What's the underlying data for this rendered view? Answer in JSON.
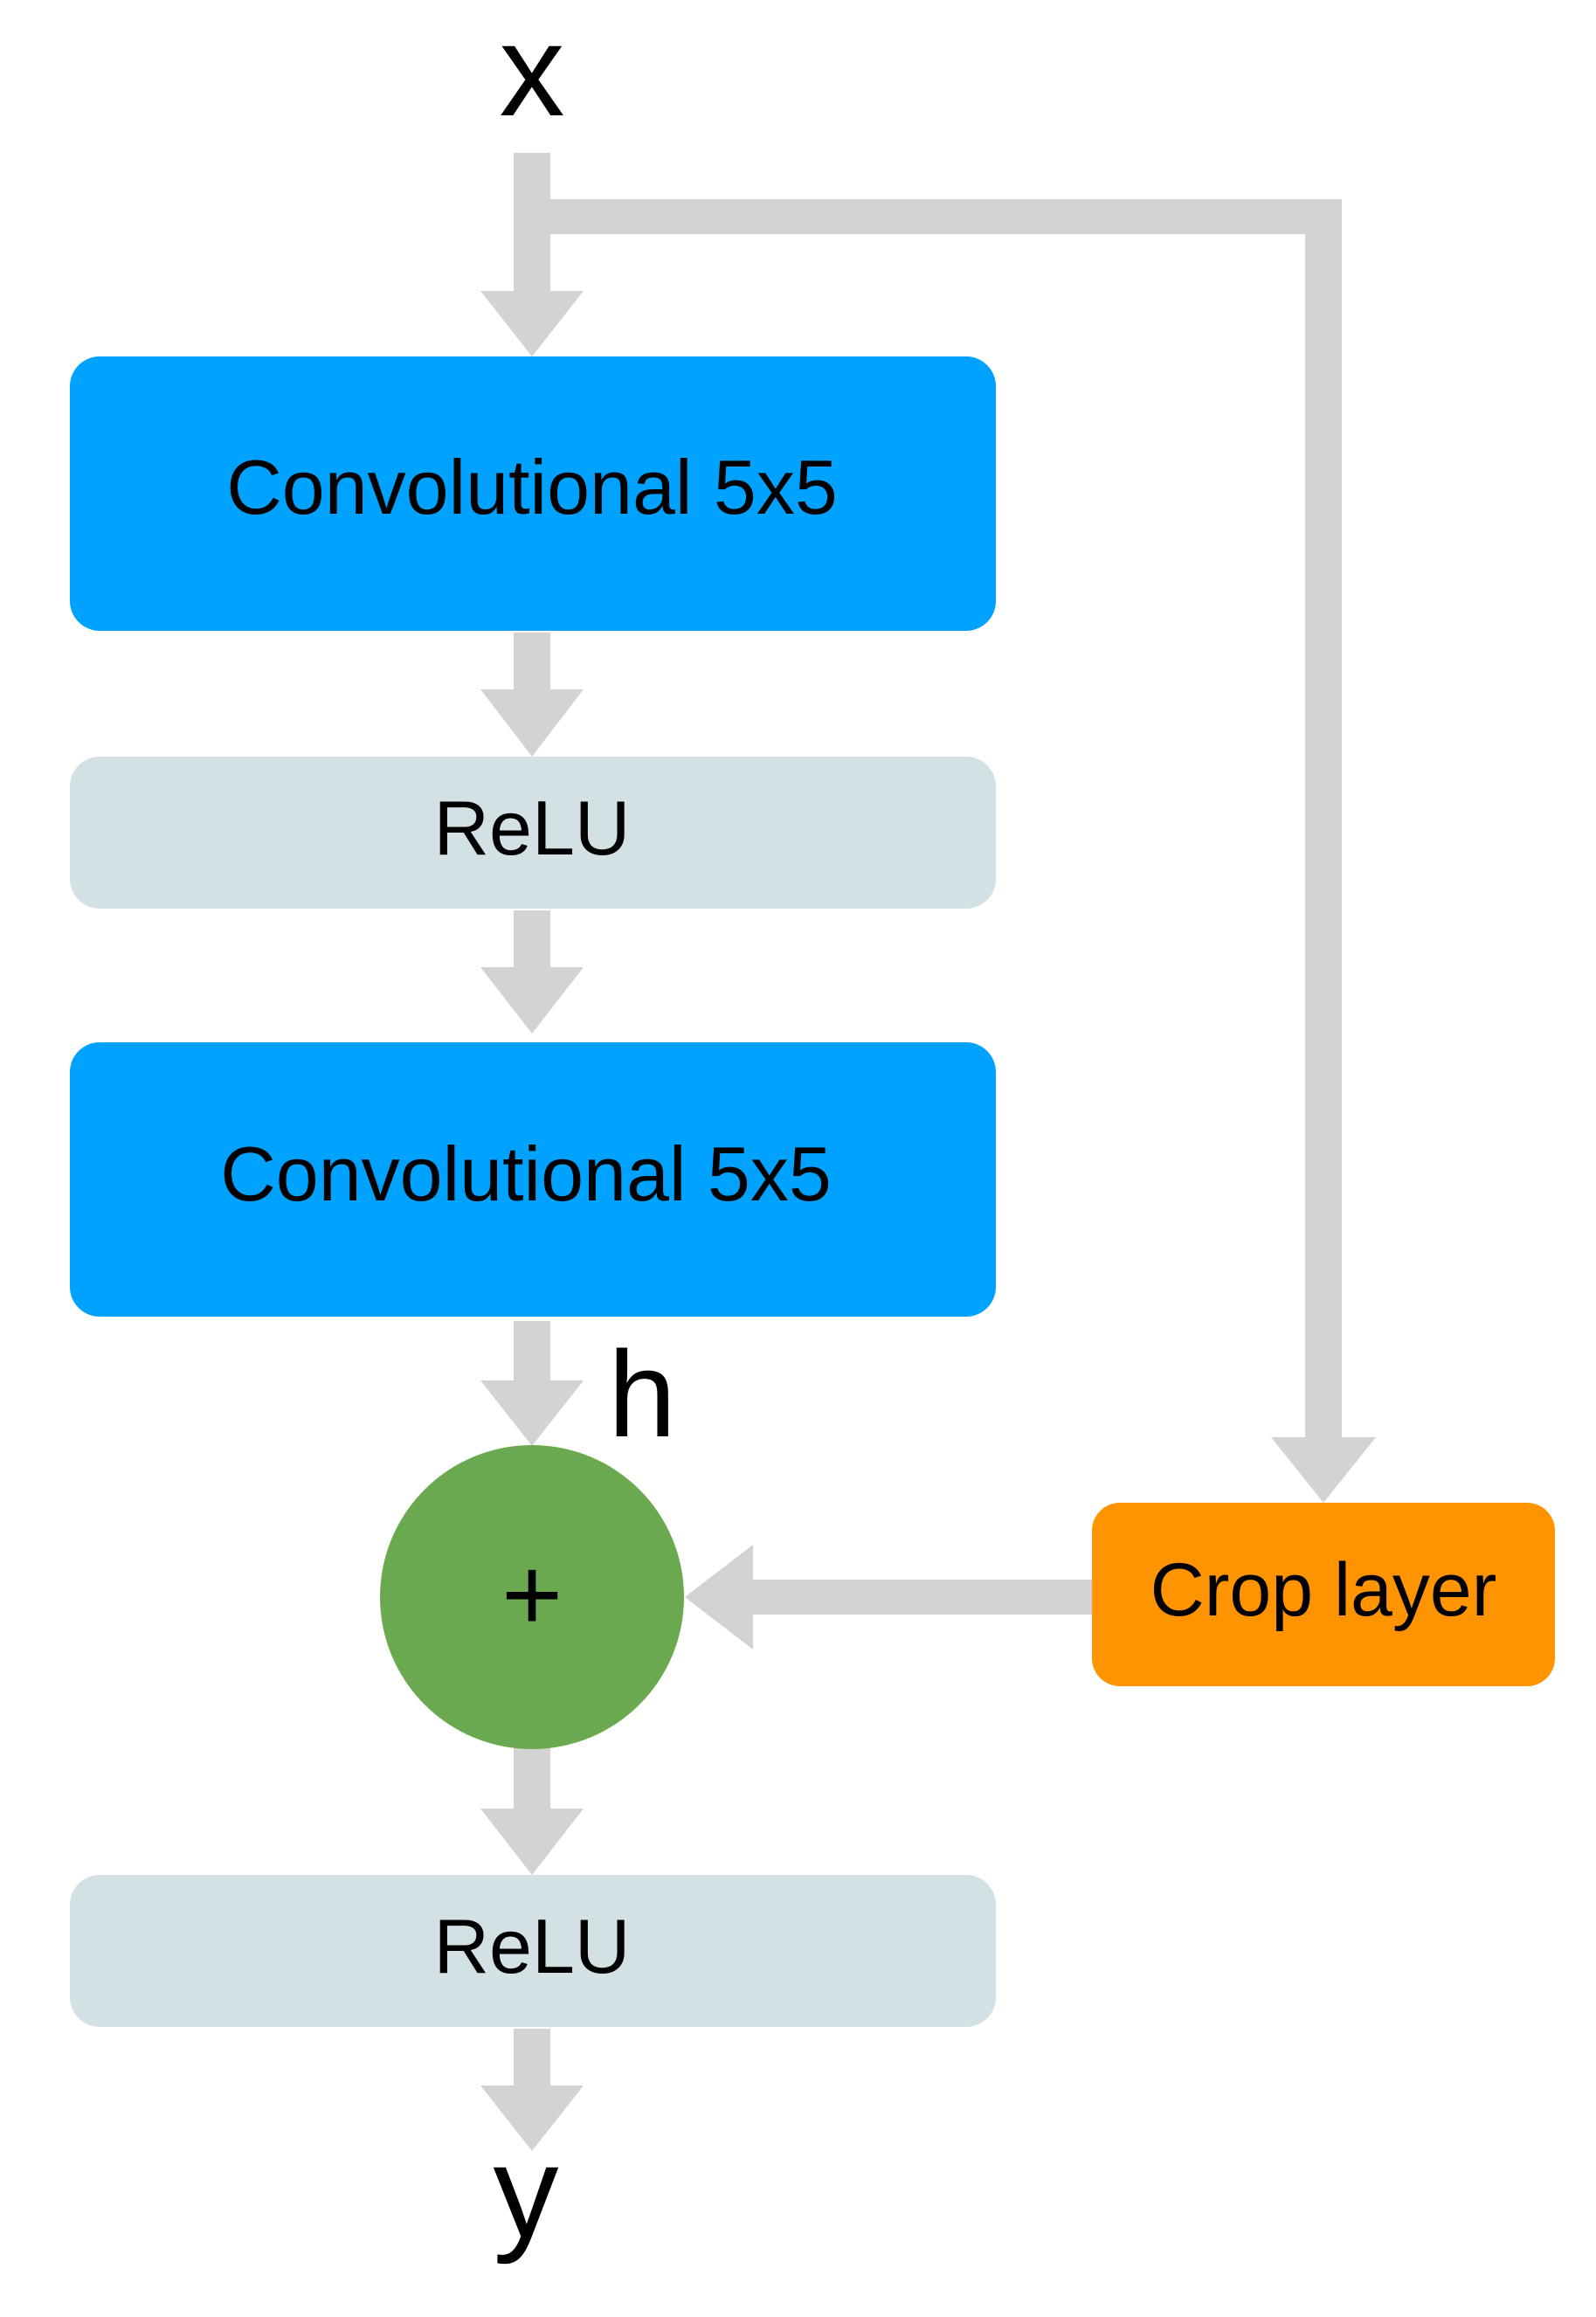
{
  "diagram": {
    "input_label": "x",
    "output_label": "y",
    "h_label": "h",
    "nodes": {
      "conv1": "Convolutional 5x5",
      "relu1": "ReLU",
      "conv2": "Convolutional 5x5",
      "add": "+",
      "relu2": "ReLU",
      "crop": "Crop layer"
    }
  },
  "colors": {
    "conv": "#00A2FF",
    "relu": "#D3E1E4",
    "add": "#6BA950",
    "crop": "#FF9300",
    "arrow": "#D3D3D3"
  }
}
